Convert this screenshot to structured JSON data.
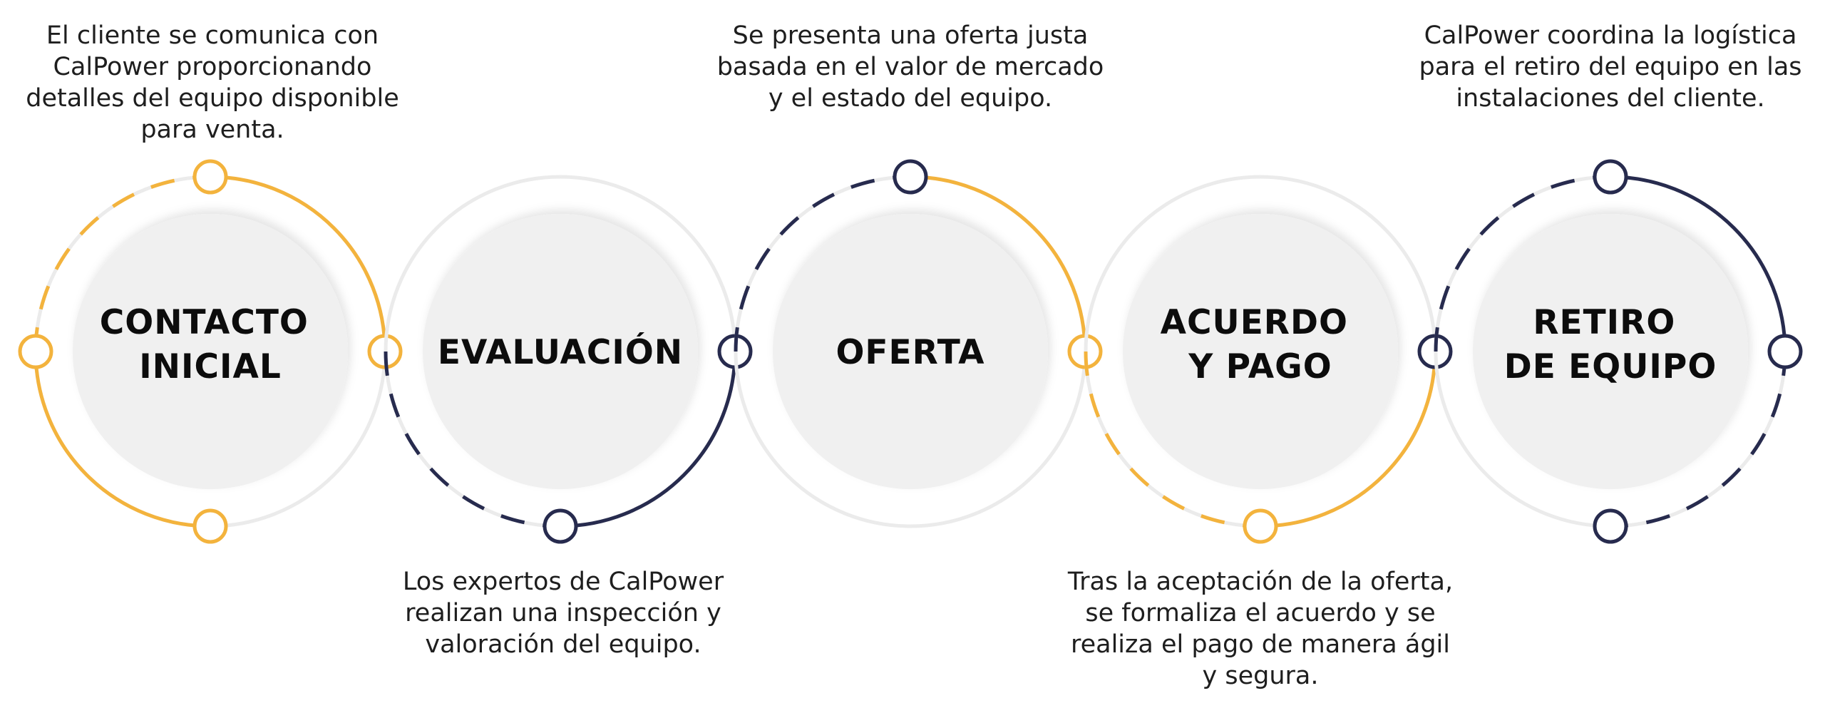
{
  "colors": {
    "accent_yellow": "#F3B33D",
    "accent_navy": "#272B4E",
    "disc_fill": "#F0F0F0",
    "ring_faint": "#EBEBEB",
    "text": "#1E1E1E",
    "title": "#0C0C0C"
  },
  "steps": [
    {
      "title_line1": "CONTACTO",
      "title_line2": "INICIAL",
      "color": "yellow",
      "description": "El cliente se comunica con CalPower proporcionando detalles del equipo disponible para venta."
    },
    {
      "title_line1": "EVALUACIÓN",
      "title_line2": "",
      "color": "navy",
      "description": "Los expertos de CalPower realizan una inspección y valoración del equipo."
    },
    {
      "title_line1": "OFERTA",
      "title_line2": "",
      "color": "yellow",
      "description": "Se presenta una oferta justa basada en el valor de mercado y el estado del equipo."
    },
    {
      "title_line1": "ACUERDO",
      "title_line2": "Y PAGO",
      "color": "yellow",
      "description": "Tras la aceptación de la oferta, se formaliza el acuerdo y se realiza el pago de manera ágil y segura."
    },
    {
      "title_line1": "RETIRO",
      "title_line2": "DE EQUIPO",
      "color": "navy",
      "description": "CalPower coordina la logística para el retiro del equipo en las instalaciones del cliente."
    }
  ]
}
